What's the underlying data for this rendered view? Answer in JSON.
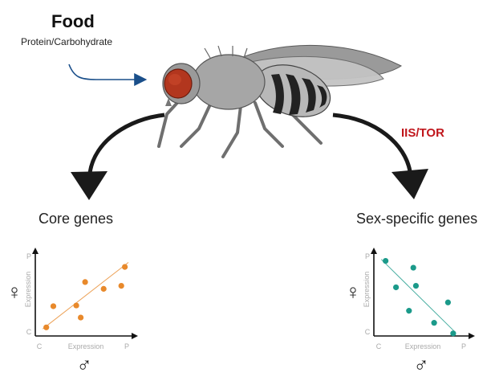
{
  "food": {
    "title": "Food",
    "subtitle": "Protein/Carbohydrate"
  },
  "pathway": "IIS/TOR",
  "colors": {
    "pathway": "#c0161c",
    "core": "#e8892b",
    "sex": "#1b9a8a",
    "arrow": "#1a4f8a"
  },
  "chart_data": [
    {
      "type": "scatter",
      "title": "Core genes",
      "xlabel": "Expression",
      "ylabel": "Expression",
      "x_ticks": [
        "C",
        "P"
      ],
      "y_ticks": [
        "C",
        "P"
      ],
      "x_symbol": "♂",
      "y_symbol": "♀",
      "xlim": [
        0,
        1
      ],
      "ylim": [
        0,
        1
      ],
      "points": [
        {
          "x": 0.07,
          "y": 0.05
        },
        {
          "x": 0.15,
          "y": 0.33
        },
        {
          "x": 0.41,
          "y": 0.34
        },
        {
          "x": 0.46,
          "y": 0.18
        },
        {
          "x": 0.51,
          "y": 0.65
        },
        {
          "x": 0.72,
          "y": 0.56
        },
        {
          "x": 0.92,
          "y": 0.6
        },
        {
          "x": 0.96,
          "y": 0.85
        }
      ],
      "trend": [
        [
          0.03,
          0.03
        ],
        [
          1.0,
          0.91
        ]
      ]
    },
    {
      "type": "scatter",
      "title": "Sex-specific genes",
      "xlabel": "Expression",
      "ylabel": "Expression",
      "x_ticks": [
        "C",
        "P"
      ],
      "y_ticks": [
        "C",
        "P"
      ],
      "x_symbol": "♂",
      "y_symbol": "♀",
      "xlim": [
        0,
        1
      ],
      "ylim": [
        0,
        1
      ],
      "points": [
        {
          "x": 0.08,
          "y": 0.93
        },
        {
          "x": 0.2,
          "y": 0.58
        },
        {
          "x": 0.4,
          "y": 0.84
        },
        {
          "x": 0.35,
          "y": 0.27
        },
        {
          "x": 0.43,
          "y": 0.6
        },
        {
          "x": 0.64,
          "y": 0.11
        },
        {
          "x": 0.8,
          "y": 0.38
        },
        {
          "x": 0.86,
          "y": -0.03
        }
      ],
      "trend": [
        [
          0.03,
          0.95
        ],
        [
          0.88,
          -0.01
        ]
      ]
    }
  ]
}
